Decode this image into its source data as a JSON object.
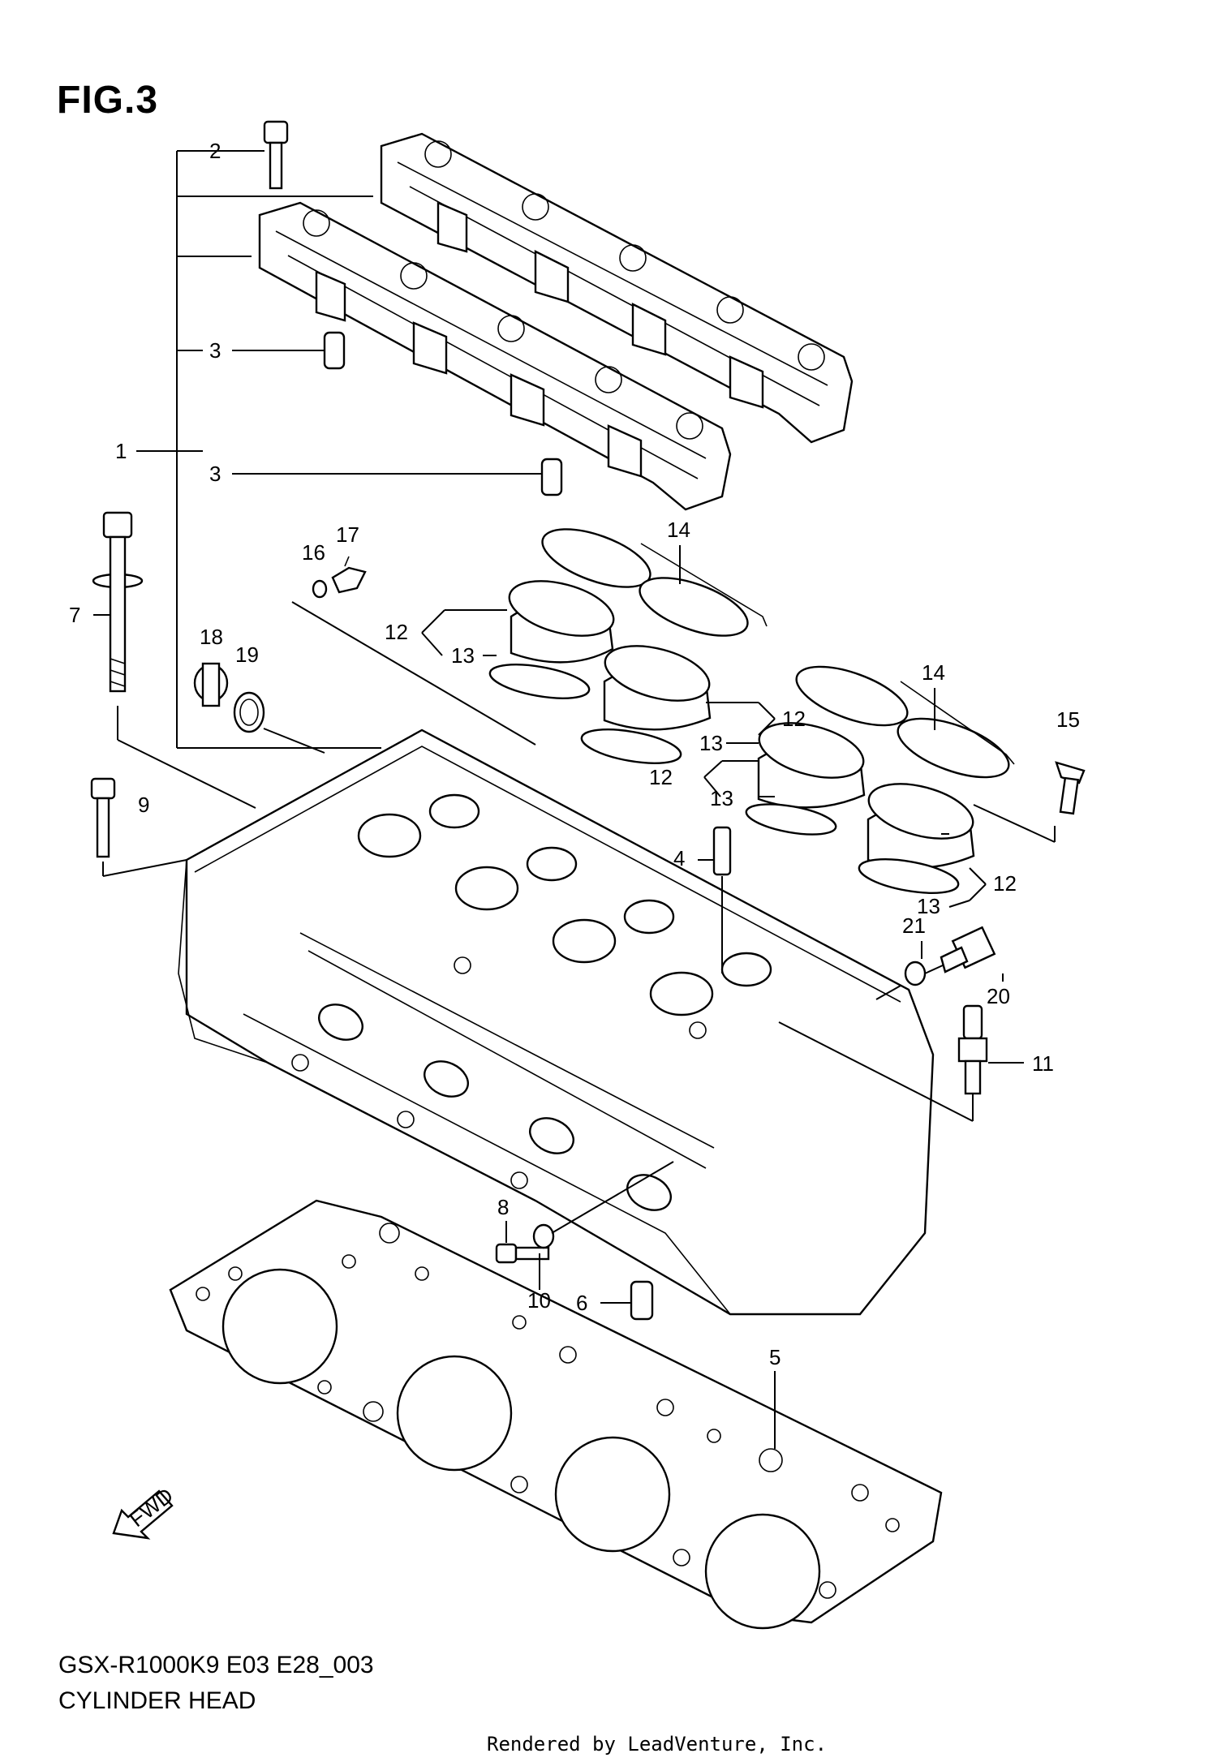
{
  "figure": {
    "title": "FIG.3",
    "model_code": "GSX-R1000K9 E03 E28_003",
    "caption": "CYLINDER HEAD",
    "credit": "Rendered by LeadVenture, Inc.",
    "fwd_label": "FWD"
  },
  "callouts": {
    "c1": "1",
    "c2": "2",
    "c3a": "3",
    "c3b": "3",
    "c4": "4",
    "c5": "5",
    "c6": "6",
    "c7": "7",
    "c8": "8",
    "c9": "9",
    "c10": "10",
    "c11": "11",
    "c12a": "12",
    "c12b": "12",
    "c12c": "12",
    "c12d": "12",
    "c13a": "13",
    "c13b": "13",
    "c13c": "13",
    "c13d": "13",
    "c14a": "14",
    "c14b": "14",
    "c15": "15",
    "c16": "16",
    "c17": "17",
    "c18": "18",
    "c19": "19",
    "c20": "20",
    "c21": "21"
  },
  "icons": [
    "fwd-arrow-icon"
  ]
}
